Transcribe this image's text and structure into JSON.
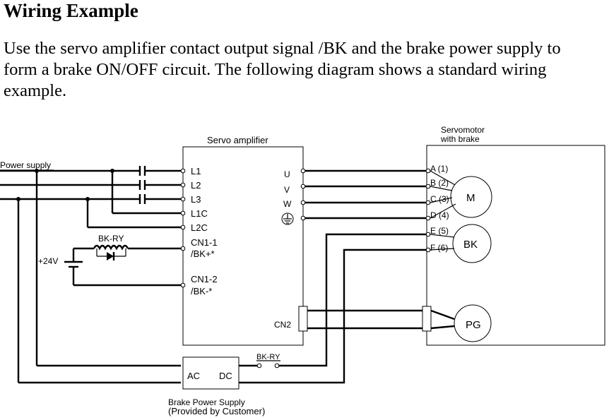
{
  "heading": "Wiring Example",
  "paragraph": [
    "Use the servo amplifier contact output signal /BK and the brake power supply to",
    "form a brake ON/OFF circuit.  The following diagram shows a standard wiring",
    "example."
  ],
  "diagram": {
    "power_supply": "Power supply",
    "servo_amplifier": "Servo amplifier",
    "servomotor_line1": "Servomotor",
    "servomotor_line2": "with brake",
    "amp_inputs": [
      "L1",
      "L2",
      "L3",
      "L1C",
      "L2C"
    ],
    "cn1_1": "CN1-1",
    "bk_plus": "/BK+*",
    "cn1_2": "CN1-2",
    "bk_minus": "/BK-*",
    "outputs": [
      "U",
      "V",
      "W"
    ],
    "motor_terminals": [
      "A (1)",
      "B (2)",
      "C (3)",
      "D (4)",
      "E (5)",
      "F (6)"
    ],
    "motor": "M",
    "brake": "BK",
    "encoder": "PG",
    "cn2": "CN2",
    "relay_coil": "BK-RY",
    "relay_contact": "BK-RY",
    "voltage": "+24V",
    "ac": "AC",
    "dc": "DC",
    "brake_supply_line1": "Brake Power Supply",
    "brake_supply_line2": "(Provided by Customer)"
  }
}
